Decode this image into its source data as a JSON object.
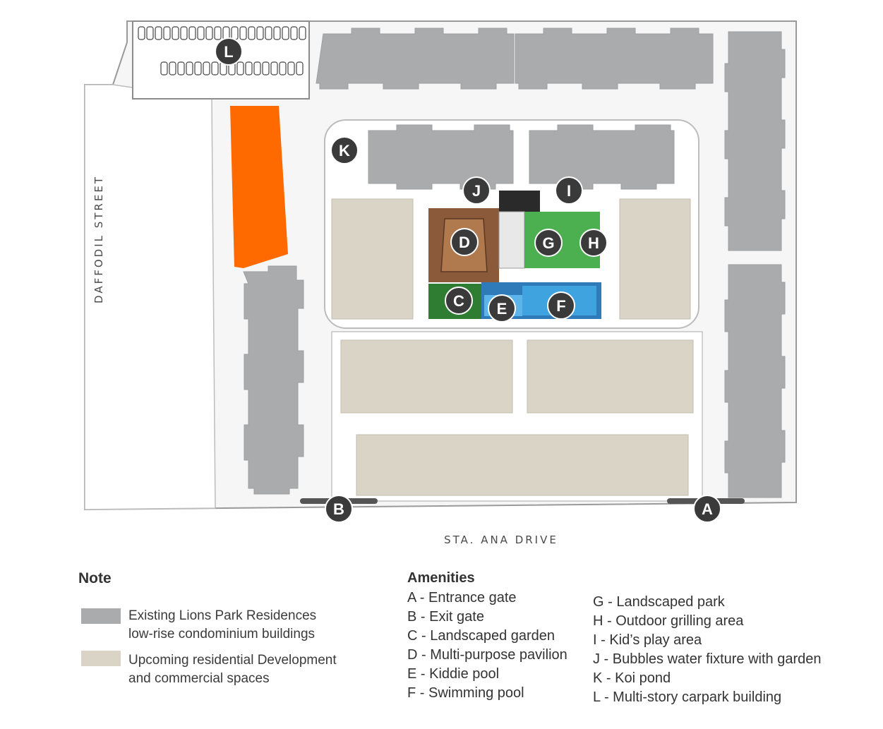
{
  "streets": {
    "left": "DAFFODIL STREET",
    "bottom": "STA. ANA DRIVE"
  },
  "colors": {
    "existing": "#a9abad",
    "upcoming": "#d9d4c6",
    "carpark": "#ff6a00",
    "pavilion": "#8a5a3a",
    "garden": "#2f7d32",
    "park": "#4caf50",
    "pool": "#3fa3e0",
    "marker": "#3a3a3a"
  },
  "markers": [
    "A",
    "B",
    "C",
    "D",
    "E",
    "F",
    "G",
    "H",
    "I",
    "J",
    "K",
    "L"
  ],
  "legend": {
    "title": "Note",
    "items": [
      {
        "line1": "Existing Lions Park Residences",
        "line2": "low-rise condominium buildings"
      },
      {
        "line1": "Upcoming residential Development",
        "line2": "and commercial spaces"
      }
    ]
  },
  "amenities": {
    "title": "Amenities",
    "col1": [
      "A - Entrance gate",
      "B - Exit gate",
      "C - Landscaped garden",
      "D - Multi-purpose pavilion",
      "E - Kiddie pool",
      "F - Swimming pool"
    ],
    "col2": [
      "G - Landscaped park",
      "H - Outdoor grilling area",
      "I -  Kid’s play area",
      "J - Bubbles water fixture with garden",
      "K - Koi pond",
      "L - Multi-story carpark building"
    ]
  }
}
